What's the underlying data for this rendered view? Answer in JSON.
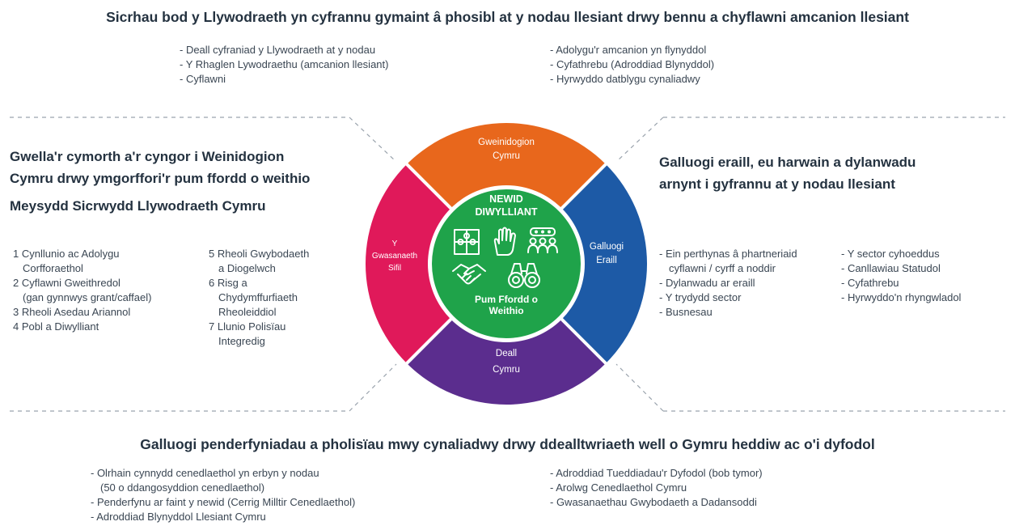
{
  "top": {
    "heading": "Sicrhau bod y Llywodraeth yn cyfrannu gymaint â phosibl at y nodau llesiant drwy bennu a chyflawni amcanion llesiant",
    "left_items": [
      "- Deall cyfraniad y Llywodraeth at y nodau",
      "- Y Rhaglen Lywodraethu (amcanion llesiant)",
      "- Cyflawni"
    ],
    "right_items": [
      "- Adolygu'r amcanion yn flynyddol",
      "- Cyfathrebu (Adroddiad Blynyddol)",
      "- Hyrwyddo datblygu cynaliadwy"
    ]
  },
  "left": {
    "heading_line1": "Gwella'r cymorth a'r cyngor i Weinidogion",
    "heading_line2": "Cymru drwy ymgorffori'r pum ffordd o weithio",
    "sub_heading": "Meysydd Sicrwydd Llywodraeth Cymru",
    "col1": [
      "1  Cynllunio ac Adolygu",
      "Corfforaethol",
      "2  Cyflawni Gweithredol",
      "(gan gynnwys grant/caffael)",
      "3  Rheoli Asedau Ariannol",
      "4  Pobl a Diwylliant"
    ],
    "col2": [
      "5  Rheoli Gwybodaeth",
      "a Diogelwch",
      "6  Risg a",
      "Chydymffurfiaeth",
      "Rheoleiddiol",
      "7  Llunio Polisïau",
      "Integredig"
    ]
  },
  "right": {
    "heading_line1": "Galluogi eraill, eu harwain a dylanwadu",
    "heading_line2": "arnynt i gyfrannu at y nodau llesiant",
    "col1": [
      "- Ein perthynas â phartneriaid",
      "cyflawni / cyrff a noddir",
      "- Dylanwadu ar eraill",
      "- Y trydydd sector",
      "- Busnesau"
    ],
    "col2": [
      "- Y sector cyhoeddus",
      "- Canllawiau Statudol",
      "- Cyfathrebu",
      "- Hyrwyddo'n rhyngwladol"
    ]
  },
  "bottom": {
    "heading": "Galluogi penderfyniadau a pholisïau mwy cynaliadwy drwy ddealltwriaeth well o Gymru heddiw ac o'i dyfodol",
    "left_items": [
      "- Olrhain cynnydd cenedlaethol yn erbyn y nodau",
      "(50 o ddangosyddion cenedlaethol)",
      "- Penderfynu ar faint y newid (Cerrig Milltir Cenedlaethol)",
      "- Adroddiad Blynyddol Llesiant Cymru"
    ],
    "right_items": [
      "- Adroddiad Tueddiadau'r Dyfodol (bob tymor)",
      "- Arolwg Cenedlaethol Cymru",
      "- Gwasanaethau Gwybodaeth a Dadansoddi"
    ]
  },
  "wheel": {
    "segments": [
      {
        "id": "top",
        "line1": "Gweinidogion",
        "line2": "Cymru",
        "color": "#e8671c"
      },
      {
        "id": "right",
        "line1": "Galluogi",
        "line2": "Eraill",
        "color": "#1d5aa6"
      },
      {
        "id": "bottom",
        "line1": "Deall",
        "line2": "Cymru",
        "color": "#5b2d8e"
      },
      {
        "id": "left",
        "line1": "Y",
        "line2": "Gwasanaeth",
        "line3": "Sifil",
        "color": "#e0195a"
      }
    ],
    "center_color": "#1fa34a",
    "center_top_line1": "NEWID",
    "center_top_line2": "DIWYLLIANT",
    "center_bottom_line1": "Pum Ffordd o",
    "center_bottom_line2": "Weithio",
    "icons": [
      "puzzle-icon",
      "raised-hand-icon",
      "group-meeting-icon",
      "handshake-icon",
      "binoculars-icon"
    ]
  },
  "colors": {
    "text": "#243240",
    "divider": "#9aa3ad"
  }
}
